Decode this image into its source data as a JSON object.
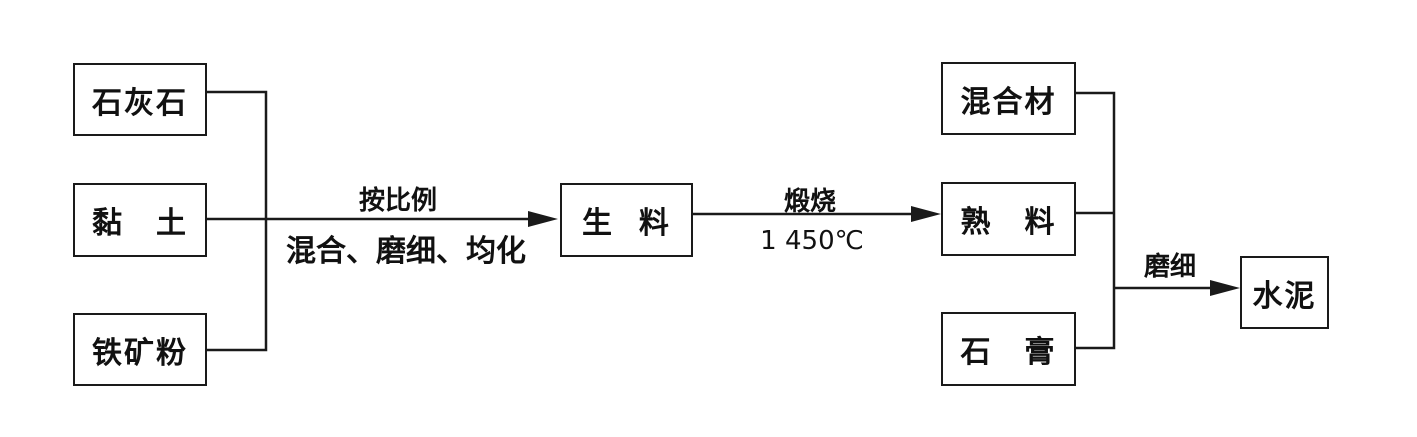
{
  "raw_materials": {
    "limestone": "石灰石",
    "clay": "黏　土",
    "iron_ore_powder": "铁矿粉"
  },
  "step1": {
    "label_top": "按比例",
    "label_bottom": "混合、磨细、均化"
  },
  "raw_meal": "生  料",
  "step2": {
    "label_top": "煅烧",
    "label_bottom": "1 450℃"
  },
  "additives": {
    "blending_material": "混合材",
    "clinker": "熟　料",
    "gypsum": "石　膏"
  },
  "step3": {
    "label_top": "磨细"
  },
  "product": "水泥"
}
